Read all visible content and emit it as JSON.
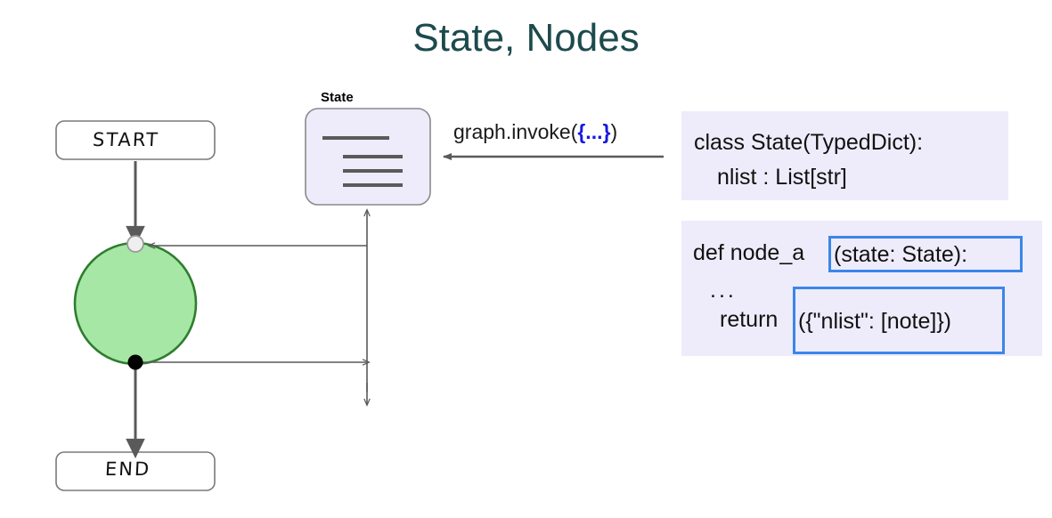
{
  "slide": {
    "title": "State, Nodes",
    "title_color": "#1d4a4d",
    "background": "#ffffff"
  },
  "diagram": {
    "start_node": {
      "label": "START",
      "fill": "#ffffff",
      "border": "#7a7a7a"
    },
    "end_node": {
      "label": "END",
      "fill": "#ffffff",
      "border": "#7a7a7a"
    },
    "node_a": {
      "shape": "circle",
      "fill": "#a6e7a6",
      "border": "#2f7d2f",
      "input_port": "white-dot",
      "output_port": "black-dot"
    },
    "state_box": {
      "caption": "State",
      "fill": "#eeecfa",
      "border": "#8a8a8a",
      "line_count": 4
    },
    "invoke_label": {
      "prefix": "graph.invoke(",
      "braces": "{...}",
      "suffix": ")",
      "brace_color": "#1818e0"
    },
    "edges": [
      {
        "name": "start-to-node",
        "from": "START",
        "to": "node_a"
      },
      {
        "name": "node-to-end",
        "from": "node_a",
        "to": "END"
      },
      {
        "name": "state-to-node",
        "from": "state_box",
        "to": "node_a.input"
      },
      {
        "name": "node-to-state",
        "from": "node_a.output",
        "to": "state_box"
      },
      {
        "name": "invoke-into-state",
        "from": "class-state-code",
        "to": "state_box"
      }
    ]
  },
  "code_panels": [
    {
      "name": "state-definition",
      "background": "#eeecfa",
      "lines": [
        "class State(TypedDict):",
        "nlist : List[str]"
      ]
    },
    {
      "name": "node-definition",
      "background": "#eeecfa",
      "lines": [
        "def node_a",
        "...",
        "return"
      ],
      "highlight_color": "#3a86ea",
      "highlighted": [
        "(state: State):",
        "({\"nlist\": [note]})"
      ]
    }
  ]
}
